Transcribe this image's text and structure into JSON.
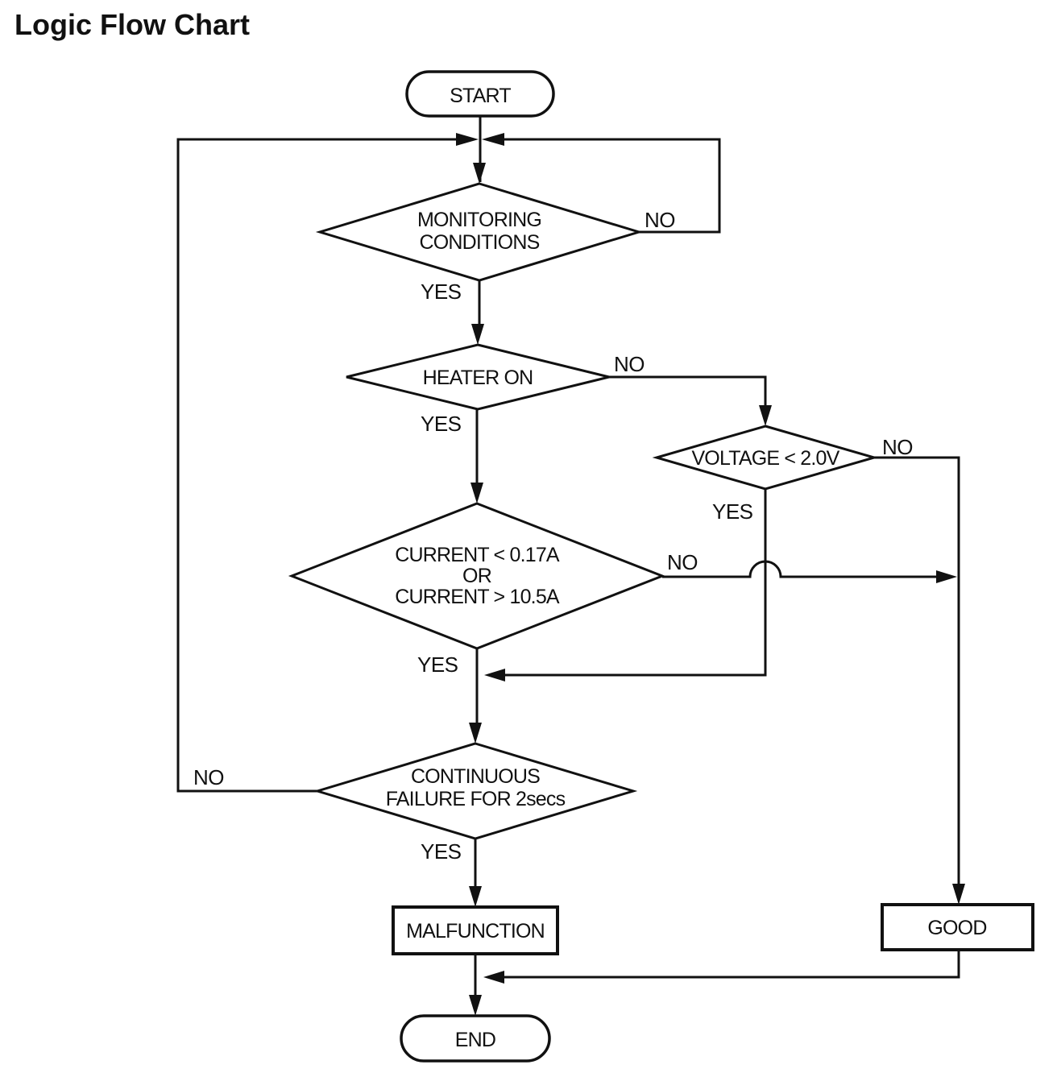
{
  "page": {
    "title": "Logic Flow Chart"
  },
  "colors": {
    "ink": "#111111",
    "paper": "#ffffff"
  },
  "flowchart": {
    "nodes": {
      "start": {
        "shape": "terminator",
        "label": "START"
      },
      "monitoring": {
        "shape": "decision",
        "line1": "MONITORING",
        "line2": "CONDITIONS"
      },
      "heater": {
        "shape": "decision",
        "label": "HEATER ON"
      },
      "voltage": {
        "shape": "decision",
        "label": "VOLTAGE < 2.0V"
      },
      "current": {
        "shape": "decision",
        "line1": "CURRENT < 0.17A",
        "line2": "OR",
        "line3": "CURRENT > 10.5A"
      },
      "continuous": {
        "shape": "decision",
        "line1": "CONTINUOUS",
        "line2": "FAILURE FOR 2secs"
      },
      "malfunction": {
        "shape": "process",
        "label": "MALFUNCTION"
      },
      "good": {
        "shape": "process",
        "label": "GOOD"
      },
      "end": {
        "shape": "terminator",
        "label": "END"
      }
    },
    "edge_labels": {
      "monitoring_yes": "YES",
      "monitoring_no": "NO",
      "heater_yes": "YES",
      "heater_no": "NO",
      "voltage_yes": "YES",
      "voltage_no": "NO",
      "current_yes": "YES",
      "current_no": "NO",
      "continuous_yes": "YES",
      "continuous_no": "NO"
    },
    "edges": [
      {
        "from": "start",
        "to": "monitoring",
        "label": ""
      },
      {
        "from": "monitoring",
        "to": "heater",
        "label": "YES"
      },
      {
        "from": "monitoring",
        "to": "top-junction",
        "label": "NO"
      },
      {
        "from": "heater",
        "to": "current",
        "label": "YES"
      },
      {
        "from": "heater",
        "to": "voltage",
        "label": "NO"
      },
      {
        "from": "voltage",
        "to": "continuous",
        "label": "YES"
      },
      {
        "from": "voltage",
        "to": "good",
        "label": "NO"
      },
      {
        "from": "current",
        "to": "continuous",
        "label": "YES"
      },
      {
        "from": "current",
        "to": "good",
        "label": "NO"
      },
      {
        "from": "continuous",
        "to": "malfunction",
        "label": "YES"
      },
      {
        "from": "continuous",
        "to": "top-junction",
        "label": "NO"
      },
      {
        "from": "malfunction",
        "to": "end",
        "label": ""
      },
      {
        "from": "good",
        "to": "end",
        "label": ""
      }
    ]
  }
}
